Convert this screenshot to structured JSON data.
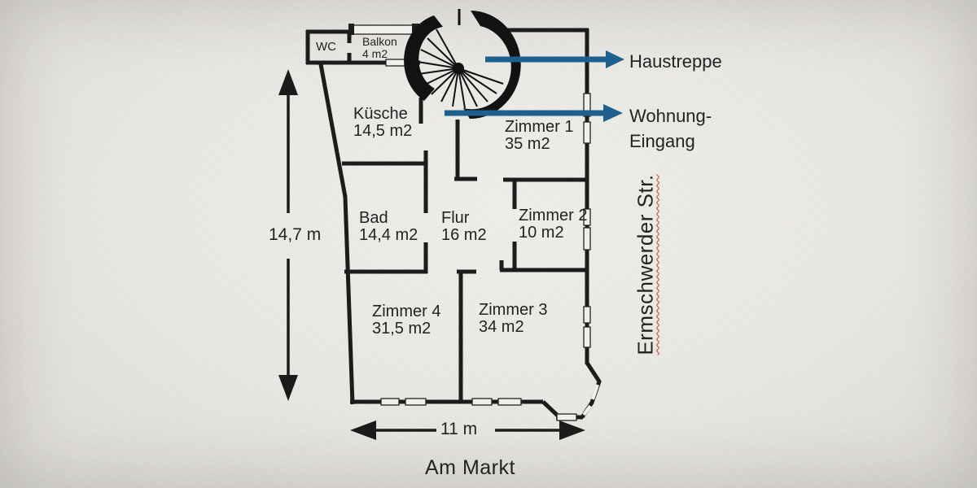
{
  "rooms": [
    {
      "name": "WC"
    },
    {
      "name": "Balkon",
      "area": "4 m2"
    },
    {
      "name": "Küsche",
      "area": "14,5 m2"
    },
    {
      "name": "Zimmer 1",
      "area": "35 m2"
    },
    {
      "name": "Bad",
      "area": "14,4 m2"
    },
    {
      "name": "Flur",
      "area": "16 m2"
    },
    {
      "name": "Zimmer 2",
      "area": "10 m2"
    },
    {
      "name": "Zimmer 4",
      "area": "31,5 m2"
    },
    {
      "name": "Zimmer 3",
      "area": "34 m2"
    }
  ],
  "annotations": {
    "staircase_label": "Haustreppe",
    "entrance_label_line1": "Wohnung-",
    "entrance_label_line2": "Eingang"
  },
  "dimensions": {
    "vertical": "14,7 m",
    "horizontal": "11 m"
  },
  "streets": {
    "bottom": "Am Markt",
    "right": "Ermschwerder Str."
  },
  "icons": {
    "staircase": "spiral-staircase-icon",
    "pointer_arrows": "blue-right-arrow",
    "dimension_arrows": "black-double-arrow"
  },
  "colors": {
    "wall": "#1b1b1b",
    "arrow_blue": "#1d608f",
    "spellcheck_red": "#c23b2e",
    "background": "#eae8e4"
  }
}
